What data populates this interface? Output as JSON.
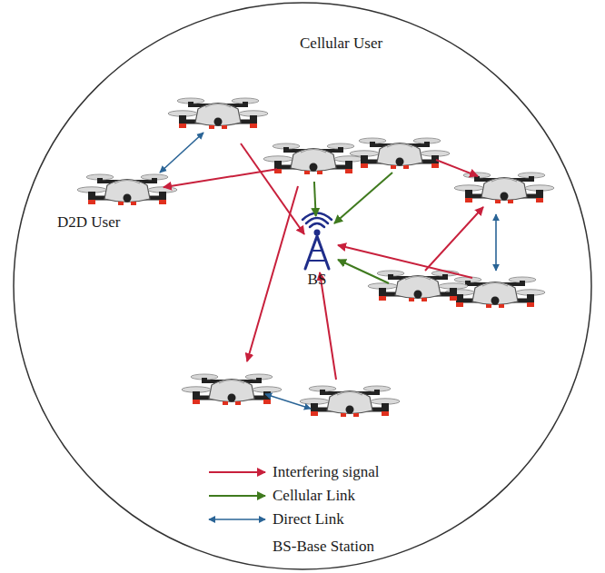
{
  "diagram": {
    "nodes": [
      {
        "text": [
          "Cellular User"
        ]
      },
      {
        "text": [
          "D2D User"
        ]
      },
      {
        "text": [
          "BS"
        ]
      }
    ],
    "edges": [
      {
        "from": 0,
        "to": 2,
        "arrow": "to"
      },
      {
        "from": 0,
        "to": 1,
        "arrow": "to"
      }
    ],
    "labels": [
      "BS-Base Station"
    ],
    "legend": [
      {
        "text": "Interfering signal"
      },
      {
        "text": "Cellular Link"
      },
      {
        "text": "Direct Link"
      }
    ]
  }
}
